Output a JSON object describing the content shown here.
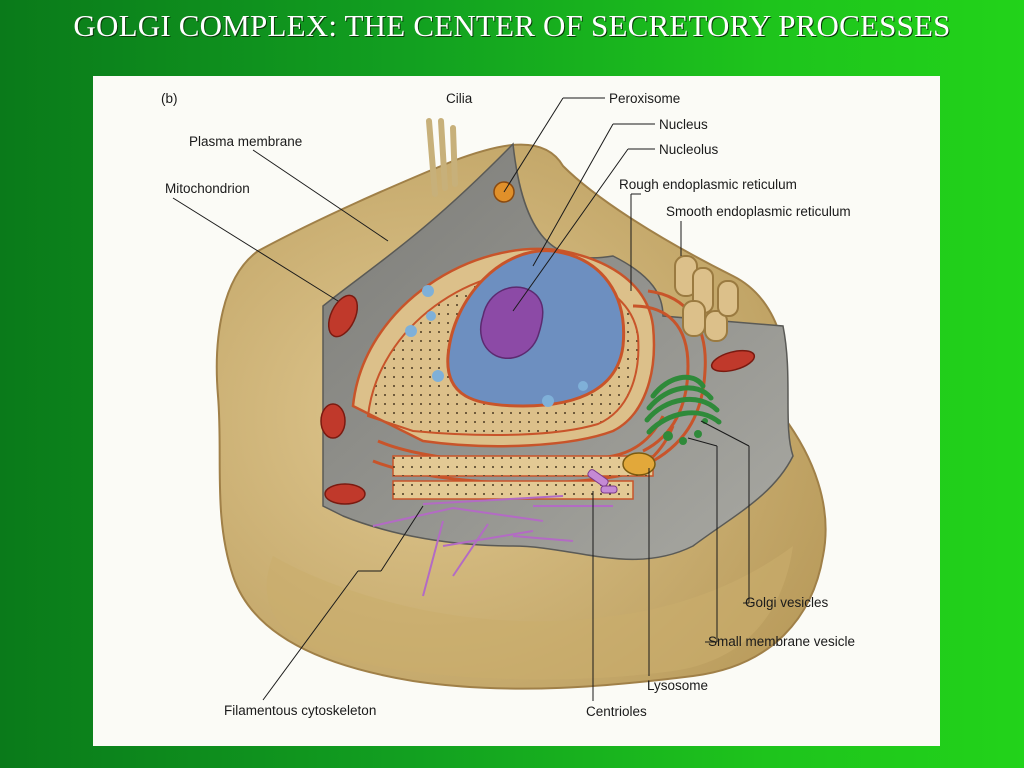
{
  "slide": {
    "title": "GOLGI COMPLEX: THE CENTER OF SECRETORY PROCESSES"
  },
  "figure": {
    "panel_letter": "(b)",
    "labels": {
      "cilia": "Cilia",
      "peroxisome": "Peroxisome",
      "nucleus": "Nucleus",
      "nucleolus": "Nucleolus",
      "plasma_membrane": "Plasma membrane",
      "mitochondrion": "Mitochondrion",
      "rough_er": "Rough endoplasmic reticulum",
      "smooth_er": "Smooth endoplasmic reticulum",
      "golgi_vesicles": "Golgi vesicles",
      "small_membrane_vesicle": "Small membrane vesicle",
      "lysosome": "Lysosome",
      "centrioles": "Centrioles",
      "filamentous_cytoskeleton": "Filamentous cytoskeleton"
    }
  },
  "colors": {
    "background_left": "#0a7a1a",
    "background_right": "#22d31a",
    "cell_outer": "#d6bd82",
    "cytoplasm_cut": "#8c8c86",
    "er": "#d9b87a",
    "membrane_edge": "#c8542a",
    "nucleus": "#6d8fc0",
    "nucleolus": "#8c4aa6",
    "golgi": "#2f8a3a",
    "mitochondria": "#c0392b",
    "cytoskeleton": "#b36bc4"
  }
}
